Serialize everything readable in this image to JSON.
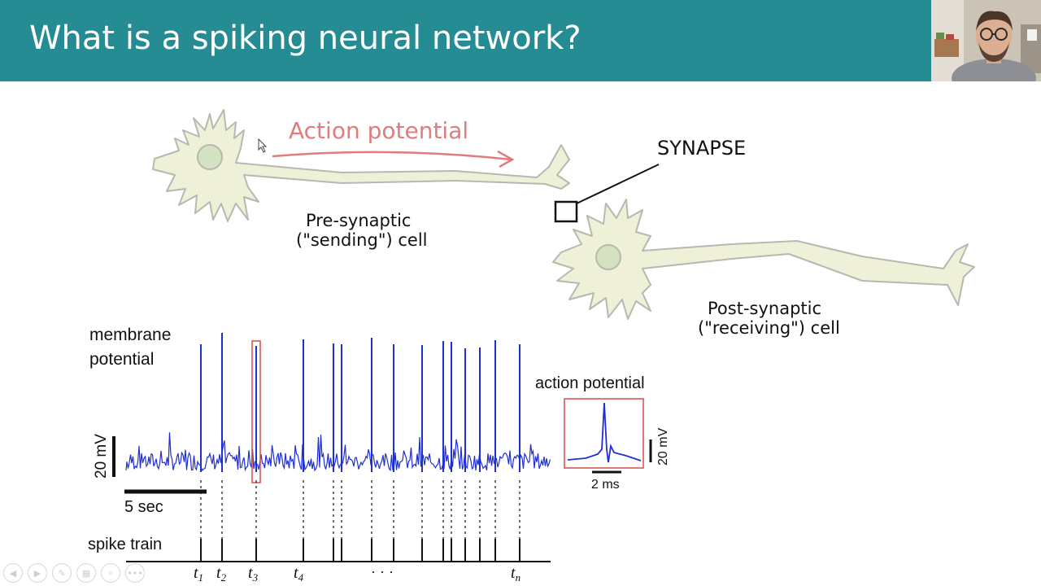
{
  "slide": {
    "title": "What is a spiking neural network?"
  },
  "diagram": {
    "action_potential_label": "Action potential",
    "synapse_label": "SYNAPSE",
    "presynaptic_line1": "Pre-synaptic",
    "presynaptic_line2": "(\"sending\") cell",
    "postsynaptic_line1": "Post-synaptic",
    "postsynaptic_line2": "(\"receiving\") cell"
  },
  "trace": {
    "membrane_line1": "membrane",
    "membrane_line2": "potential",
    "voltage_scale": "20 mV",
    "time_scale": "5 sec",
    "spike_train_label": "spike train",
    "inset_title": "action potential",
    "inset_voltage_scale": "20 mV",
    "inset_time_scale": "2 ms",
    "spike_labels": [
      {
        "base": "t",
        "sub": "1"
      },
      {
        "base": "t",
        "sub": "2"
      },
      {
        "base": "t",
        "sub": "3"
      },
      {
        "base": "t",
        "sub": "4"
      },
      {
        "base": "t",
        "sub": "n"
      }
    ],
    "ellipsis": "· · ·"
  },
  "colors": {
    "header": "#258c94",
    "trace": "#1f2fd0",
    "highlight": "#d94a4a",
    "action_potential_arrow": "#e07c7c",
    "neuron_fill": "#eef0d8",
    "neuron_outline": "#b8b8b0",
    "nucleus": "#d3e2c0"
  },
  "toolbar": {
    "icons": [
      "back-icon",
      "forward-icon",
      "pen-icon",
      "slides-icon",
      "zoom-icon",
      "more-icon"
    ],
    "glyphs": [
      "◀",
      "▶",
      "✎",
      "▦",
      "⌕",
      "•••"
    ]
  }
}
